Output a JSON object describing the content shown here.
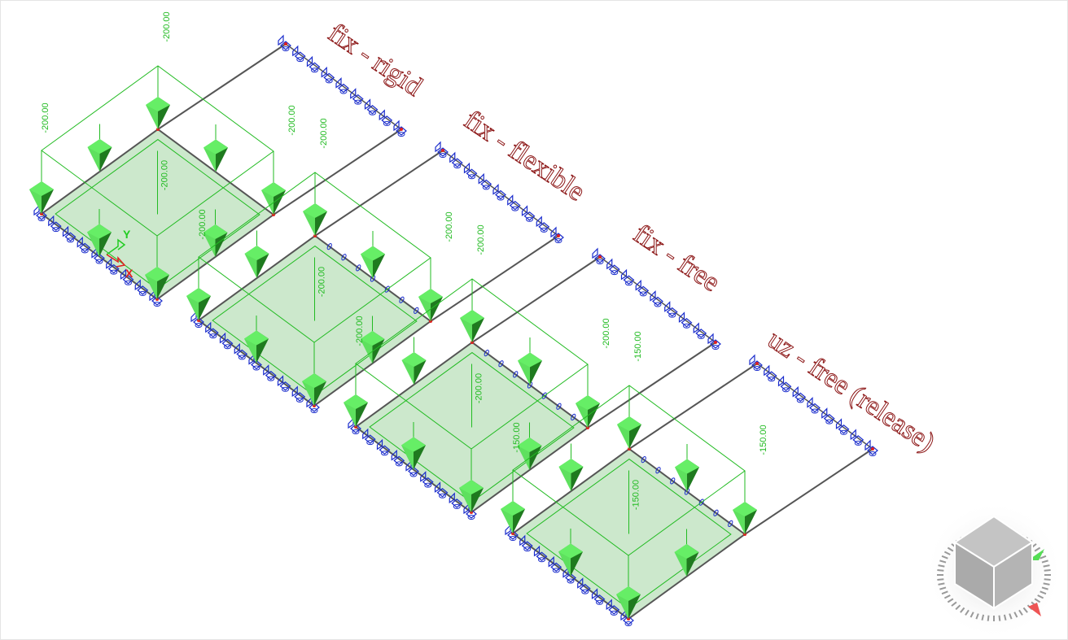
{
  "plates": [
    {
      "label": "fix - rigid",
      "load": "-200.00",
      "load_value": -200
    },
    {
      "label": "fix - flexible",
      "load": "-200.00",
      "load_value": -200
    },
    {
      "label": "fix - free",
      "load": "-200.00",
      "load_value": -200
    },
    {
      "label": "uz - free (release)",
      "load": "-150.00",
      "load_value": -150
    }
  ],
  "axes": {
    "x": "X",
    "y": "Y"
  },
  "colors": {
    "plate_fill": "#c6e6c6",
    "load": "#22bb22",
    "support": "#1a2ccc",
    "label": "#8b1414",
    "edge": "#555555"
  }
}
